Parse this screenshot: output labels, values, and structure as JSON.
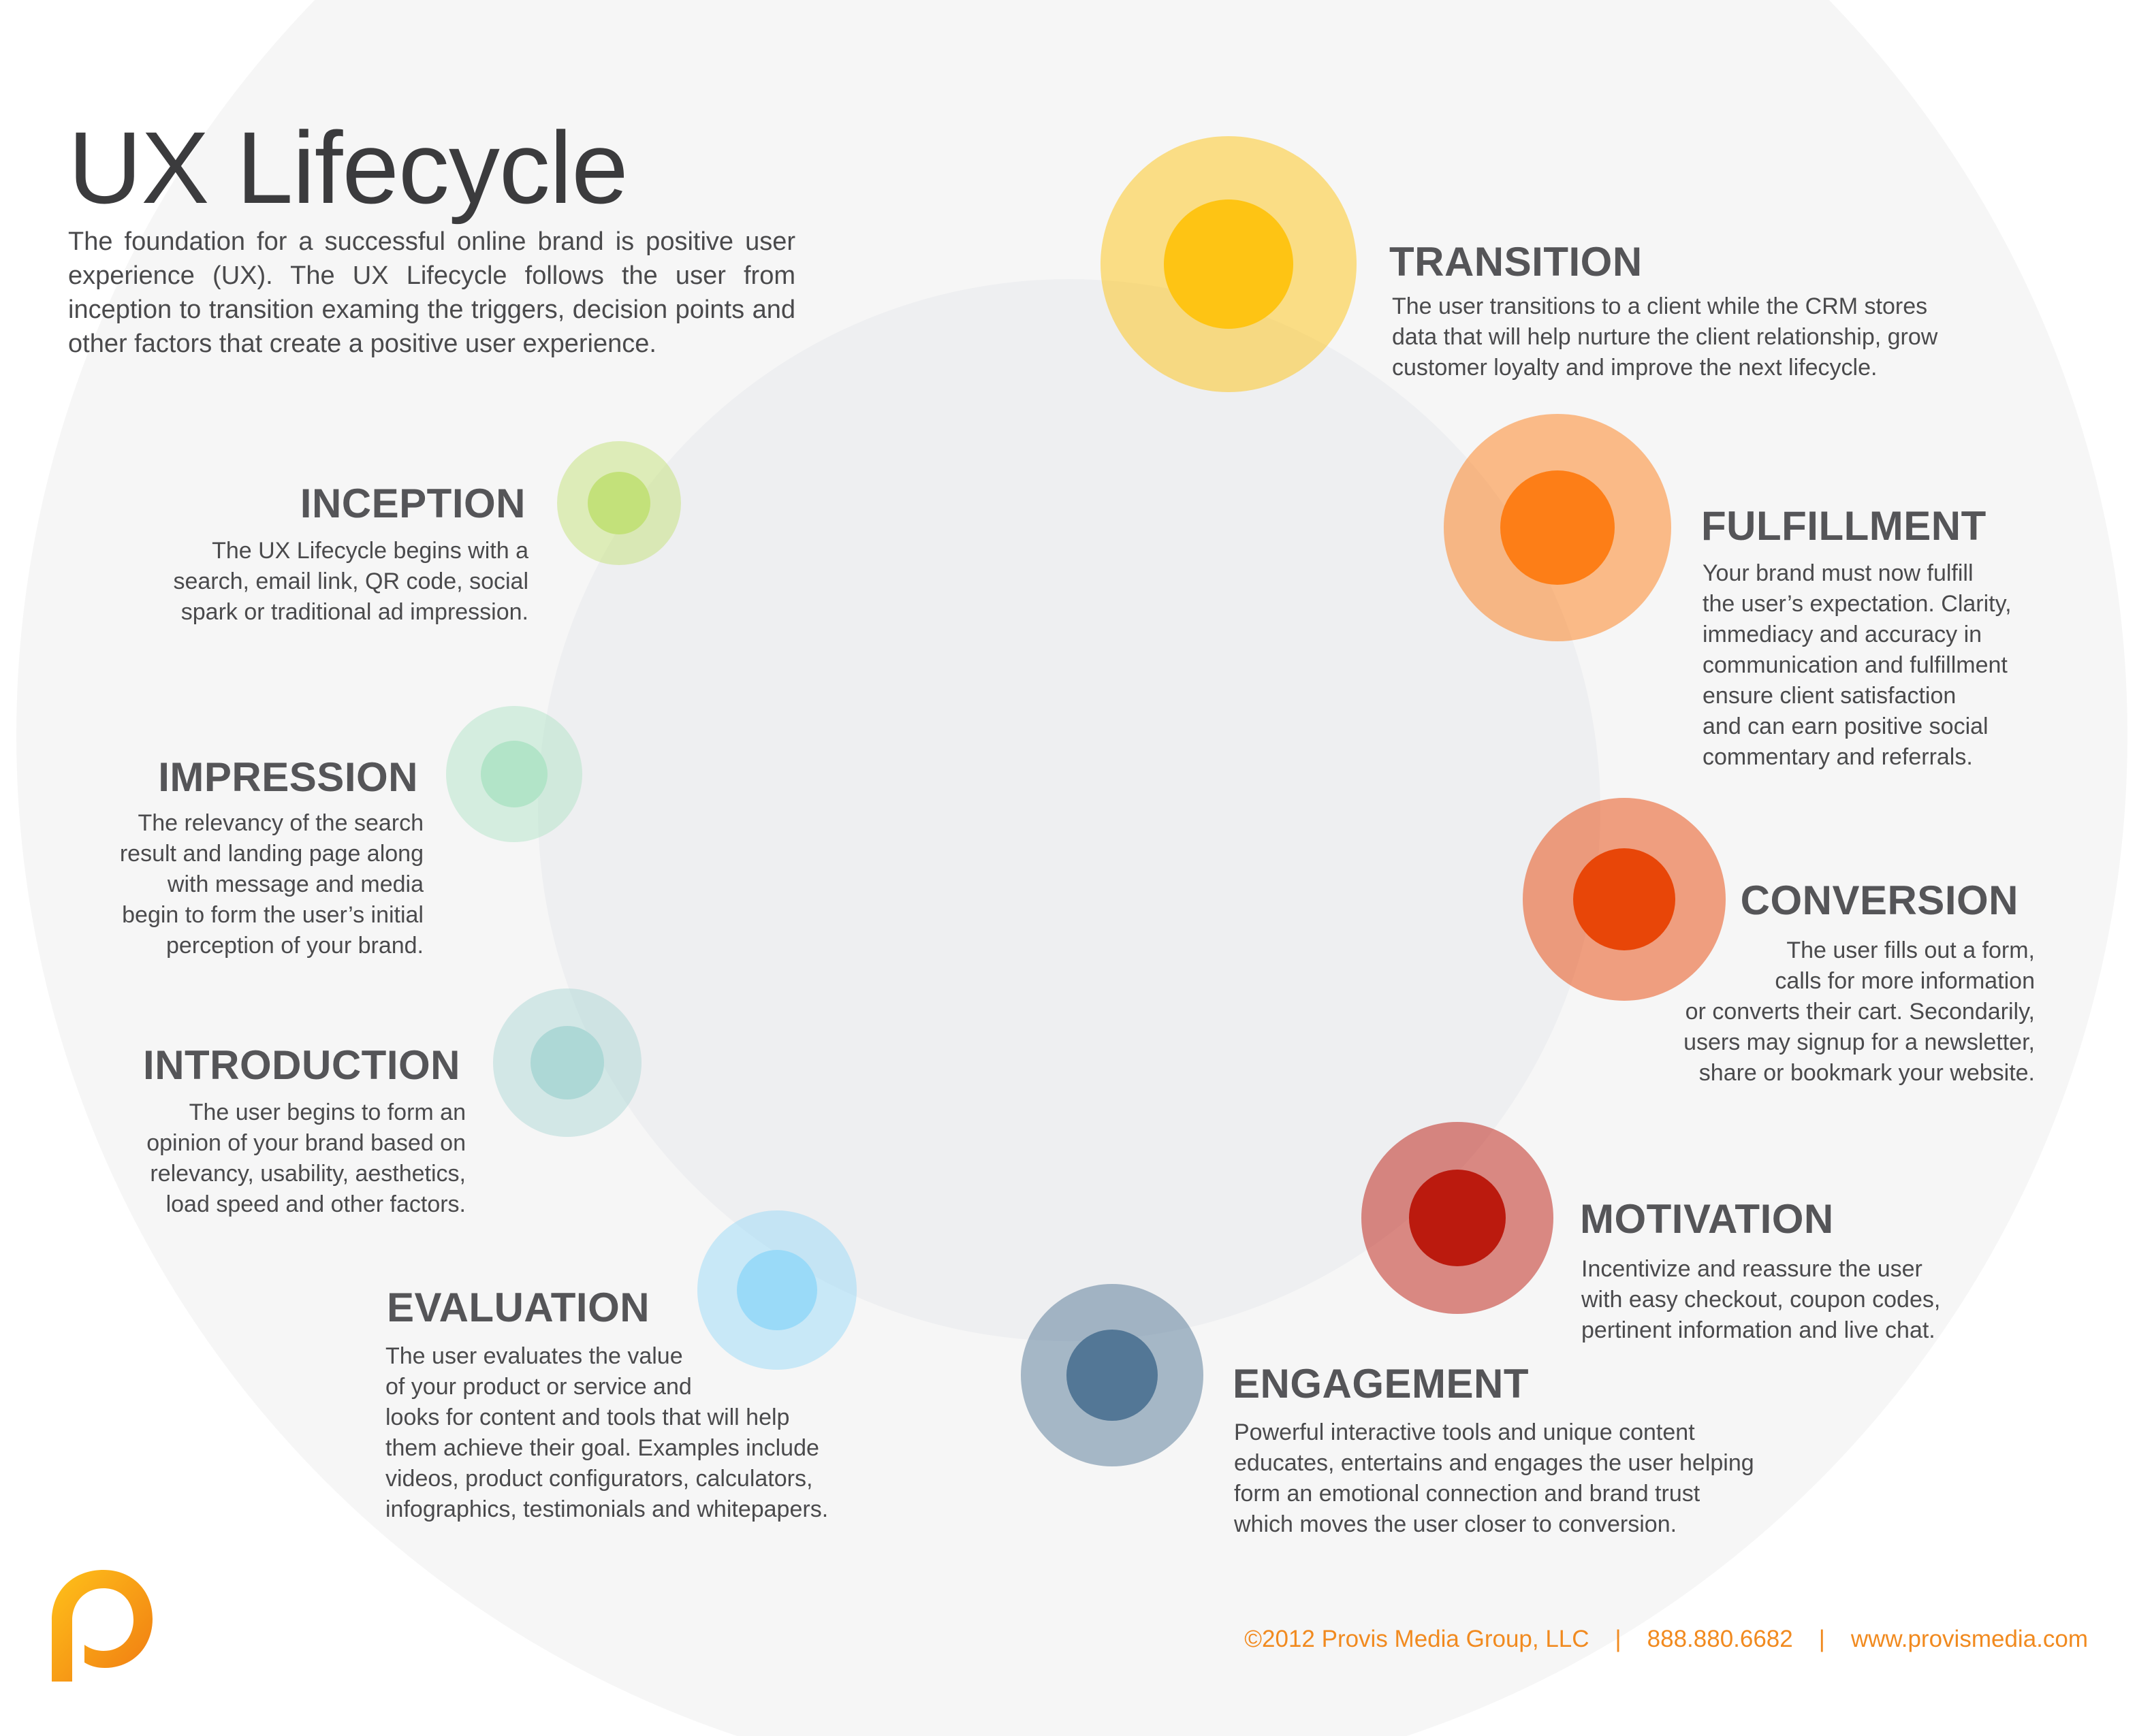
{
  "title": "UX Lifecycle",
  "intro": "The foundation for a successful online brand is positive user experience (UX). The UX Lifecycle follows the user from inception to transition examing the triggers, decision points and other factors that create a positive user experience.",
  "colors": {
    "inception": "#c3e17a",
    "impression": "#b2e4c8",
    "introduction": "#add8d6",
    "evaluation": "#9adaf8",
    "engagement": "#537796",
    "motivation": "#bb1a0e",
    "conversion": "#e84608",
    "fulfillment": "#fd7e17",
    "transition": "#fec414",
    "footer": "#f18a1f"
  },
  "stages": {
    "inception": {
      "heading": "INCEPTION",
      "text": "The UX Lifecycle begins with a\nsearch, email link, QR code, social\nspark or traditional ad impression."
    },
    "impression": {
      "heading": "IMPRESSION",
      "text": "The relevancy of the search\nresult and landing page along\nwith message and media\nbegin to form the user’s initial\nperception of your brand."
    },
    "introduction": {
      "heading": "INTRODUCTION",
      "text": "The user begins to form an\nopinion of your brand based on\nrelevancy, usability, aesthetics,\nload speed and other factors."
    },
    "evaluation": {
      "heading": "EVALUATION",
      "text": "The user evaluates the value\nof your product or service and\nlooks for content and tools that will help\nthem achieve their goal. Examples include\nvideos, product configurators, calculators,\ninfographics, testimonials and whitepapers."
    },
    "engagement": {
      "heading": "ENGAGEMENT",
      "text": "Powerful interactive tools and unique content\neducates, entertains and engages the user helping\nform an emotional connection and brand trust\nwhich moves the user closer to conversion."
    },
    "motivation": {
      "heading": "MOTIVATION",
      "text": "Incentivize and reassure the user\nwith easy checkout, coupon codes,\npertinent information and live chat."
    },
    "conversion": {
      "heading": "CONVERSION",
      "text": "The user fills out a form,\ncalls for more information\nor converts their cart. Secondarily,\nusers may signup for a newsletter,\nshare or bookmark your website."
    },
    "fulfillment": {
      "heading": "FULFILLMENT",
      "text": "Your brand must now fulfill\nthe user’s expectation. Clarity,\nimmediacy and accuracy in\ncommunication and fulfillment\nensure client satisfaction\nand can earn positive social\ncommentary and referrals."
    },
    "transition": {
      "heading": "TRANSITION",
      "text": "The user transitions to a client while the CRM stores\ndata that will help nurture the client relationship, grow\ncustomer loyalty and improve the next lifecycle."
    }
  },
  "footer": {
    "copyright": "©2012 Provis Media Group, LLC",
    "separator": "|",
    "phone": "888.880.6682",
    "website": "www.provismedia.com"
  }
}
